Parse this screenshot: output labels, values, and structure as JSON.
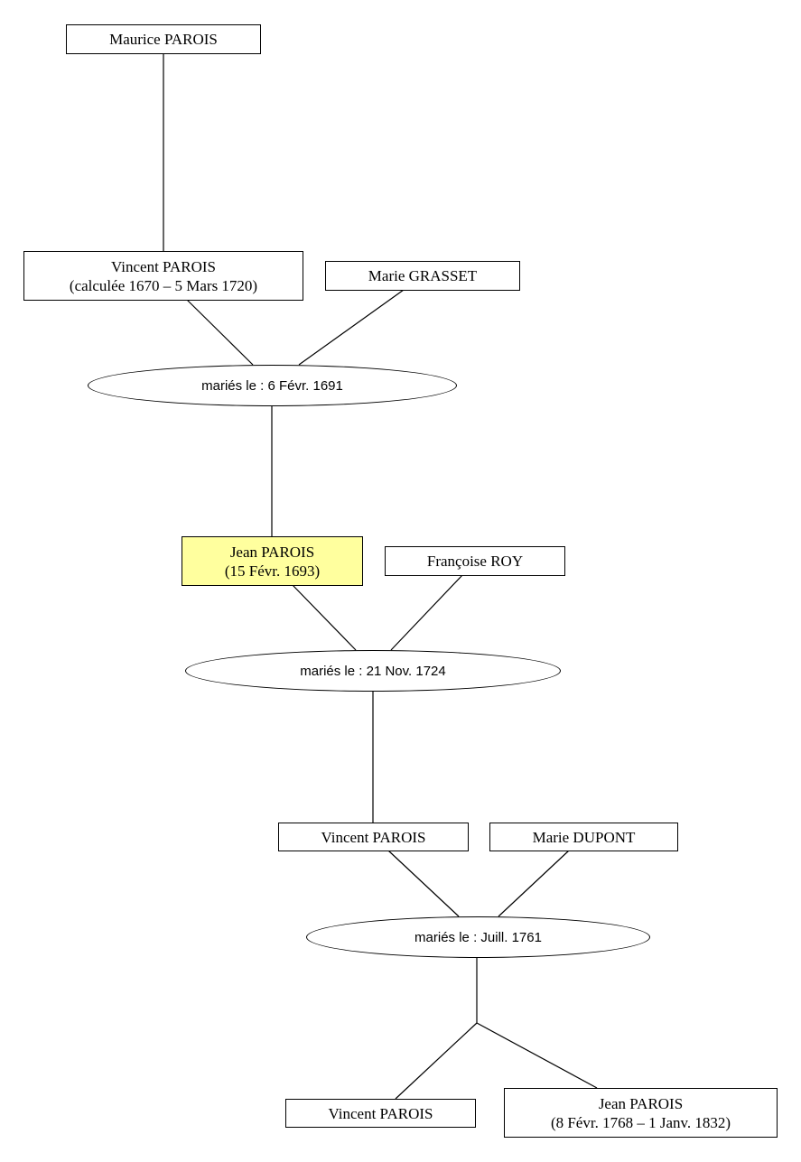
{
  "highlight_color": "#ffff9e",
  "people": {
    "maurice": {
      "name": "Maurice PAROIS",
      "dates": ""
    },
    "vincent1": {
      "name": "Vincent PAROIS",
      "dates": "(calculée 1670 – 5 Mars 1720)"
    },
    "marie_grasset": {
      "name": "Marie GRASSET",
      "dates": ""
    },
    "jean1": {
      "name": "Jean PAROIS",
      "dates": "(15 Févr. 1693)"
    },
    "francoise_roy": {
      "name": "Françoise ROY",
      "dates": ""
    },
    "vincent2": {
      "name": "Vincent PAROIS",
      "dates": ""
    },
    "marie_dupont": {
      "name": "Marie DUPONT",
      "dates": ""
    },
    "vincent3": {
      "name": "Vincent PAROIS",
      "dates": ""
    },
    "jean2": {
      "name": "Jean PAROIS",
      "dates": "(8 Févr. 1768 – 1 Janv. 1832)"
    }
  },
  "marriages": {
    "m1": "mariés le : 6 Févr. 1691",
    "m2": "mariés le : 21 Nov. 1724",
    "m3": "mariés le : Juill. 1761"
  }
}
